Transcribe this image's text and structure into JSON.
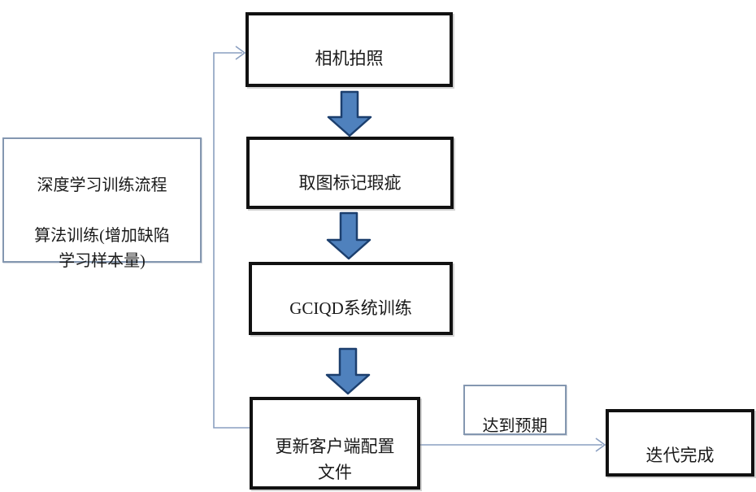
{
  "colors": {
    "background": "#ffffff",
    "process_border": "#111111",
    "note_border": "#8497b0",
    "connector_line": "#8a9fc0",
    "block_arrow_fill": "#4f81bd",
    "block_arrow_stroke": "#1c3f6e",
    "text": "#1a1a1a"
  },
  "side_note": {
    "text": "深度学习训练流程\n\n算法训练(增加缺陷\n学习样本量)"
  },
  "nodes": {
    "camera": {
      "label": "相机拍照"
    },
    "mark_defects": {
      "label": "取图标记瑕疵"
    },
    "system_training": {
      "label": "GCIQD系统训练"
    },
    "update_config": {
      "label": "更新客户端配置\n文件"
    },
    "iteration_done": {
      "label": "迭代完成"
    }
  },
  "edge_labels": {
    "expectation_met": "达到预期"
  }
}
